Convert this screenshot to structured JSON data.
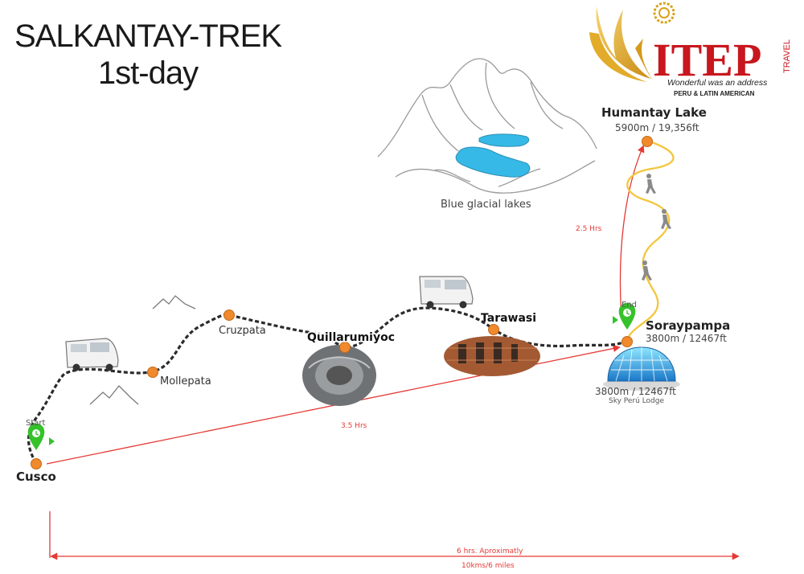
{
  "title": {
    "line1": "SALKANTAY-TREK",
    "line2": "1st-day"
  },
  "logo": {
    "name": "ITEP",
    "side_text": "TRAVEL",
    "tagline": "Wonderful was an address",
    "subtitle": "PERU & LATIN AMERICAN",
    "colors": {
      "brand_red": "#c8171e",
      "gold": "#d9a21b"
    }
  },
  "route": {
    "start_label": "Start",
    "end_label": "End",
    "stops": [
      {
        "name": "Cusco"
      },
      {
        "name": "Mollepata"
      },
      {
        "name": "Cruzpata"
      },
      {
        "name": "Quillarumiyoc"
      },
      {
        "name": "Tarawasi"
      },
      {
        "name": "Soraypampa",
        "elevation": "3800m / 12467ft"
      }
    ],
    "lake": {
      "name": "Humantay Lake",
      "elevation": "5900m / 19,356ft"
    },
    "glacial_lakes_label": "Blue glacial lakes",
    "lodge": {
      "elevation": "3800m / 12467ft",
      "name": "Sky Perú Lodge"
    }
  },
  "durations": {
    "drive": "3.5 Hrs",
    "hike_to_lake": "2.5 Hrs",
    "total_time": "6 hrs. Aproximatly",
    "total_distance": "10kms/6 miles"
  },
  "colors": {
    "marker_orange": "#f08a2c",
    "route_dots": "#2b2b2b",
    "red_line": "#e53935",
    "yellow_trail": "#f3c63c",
    "pin_green": "#35c22a",
    "lake_blue": "#36b9e6"
  }
}
